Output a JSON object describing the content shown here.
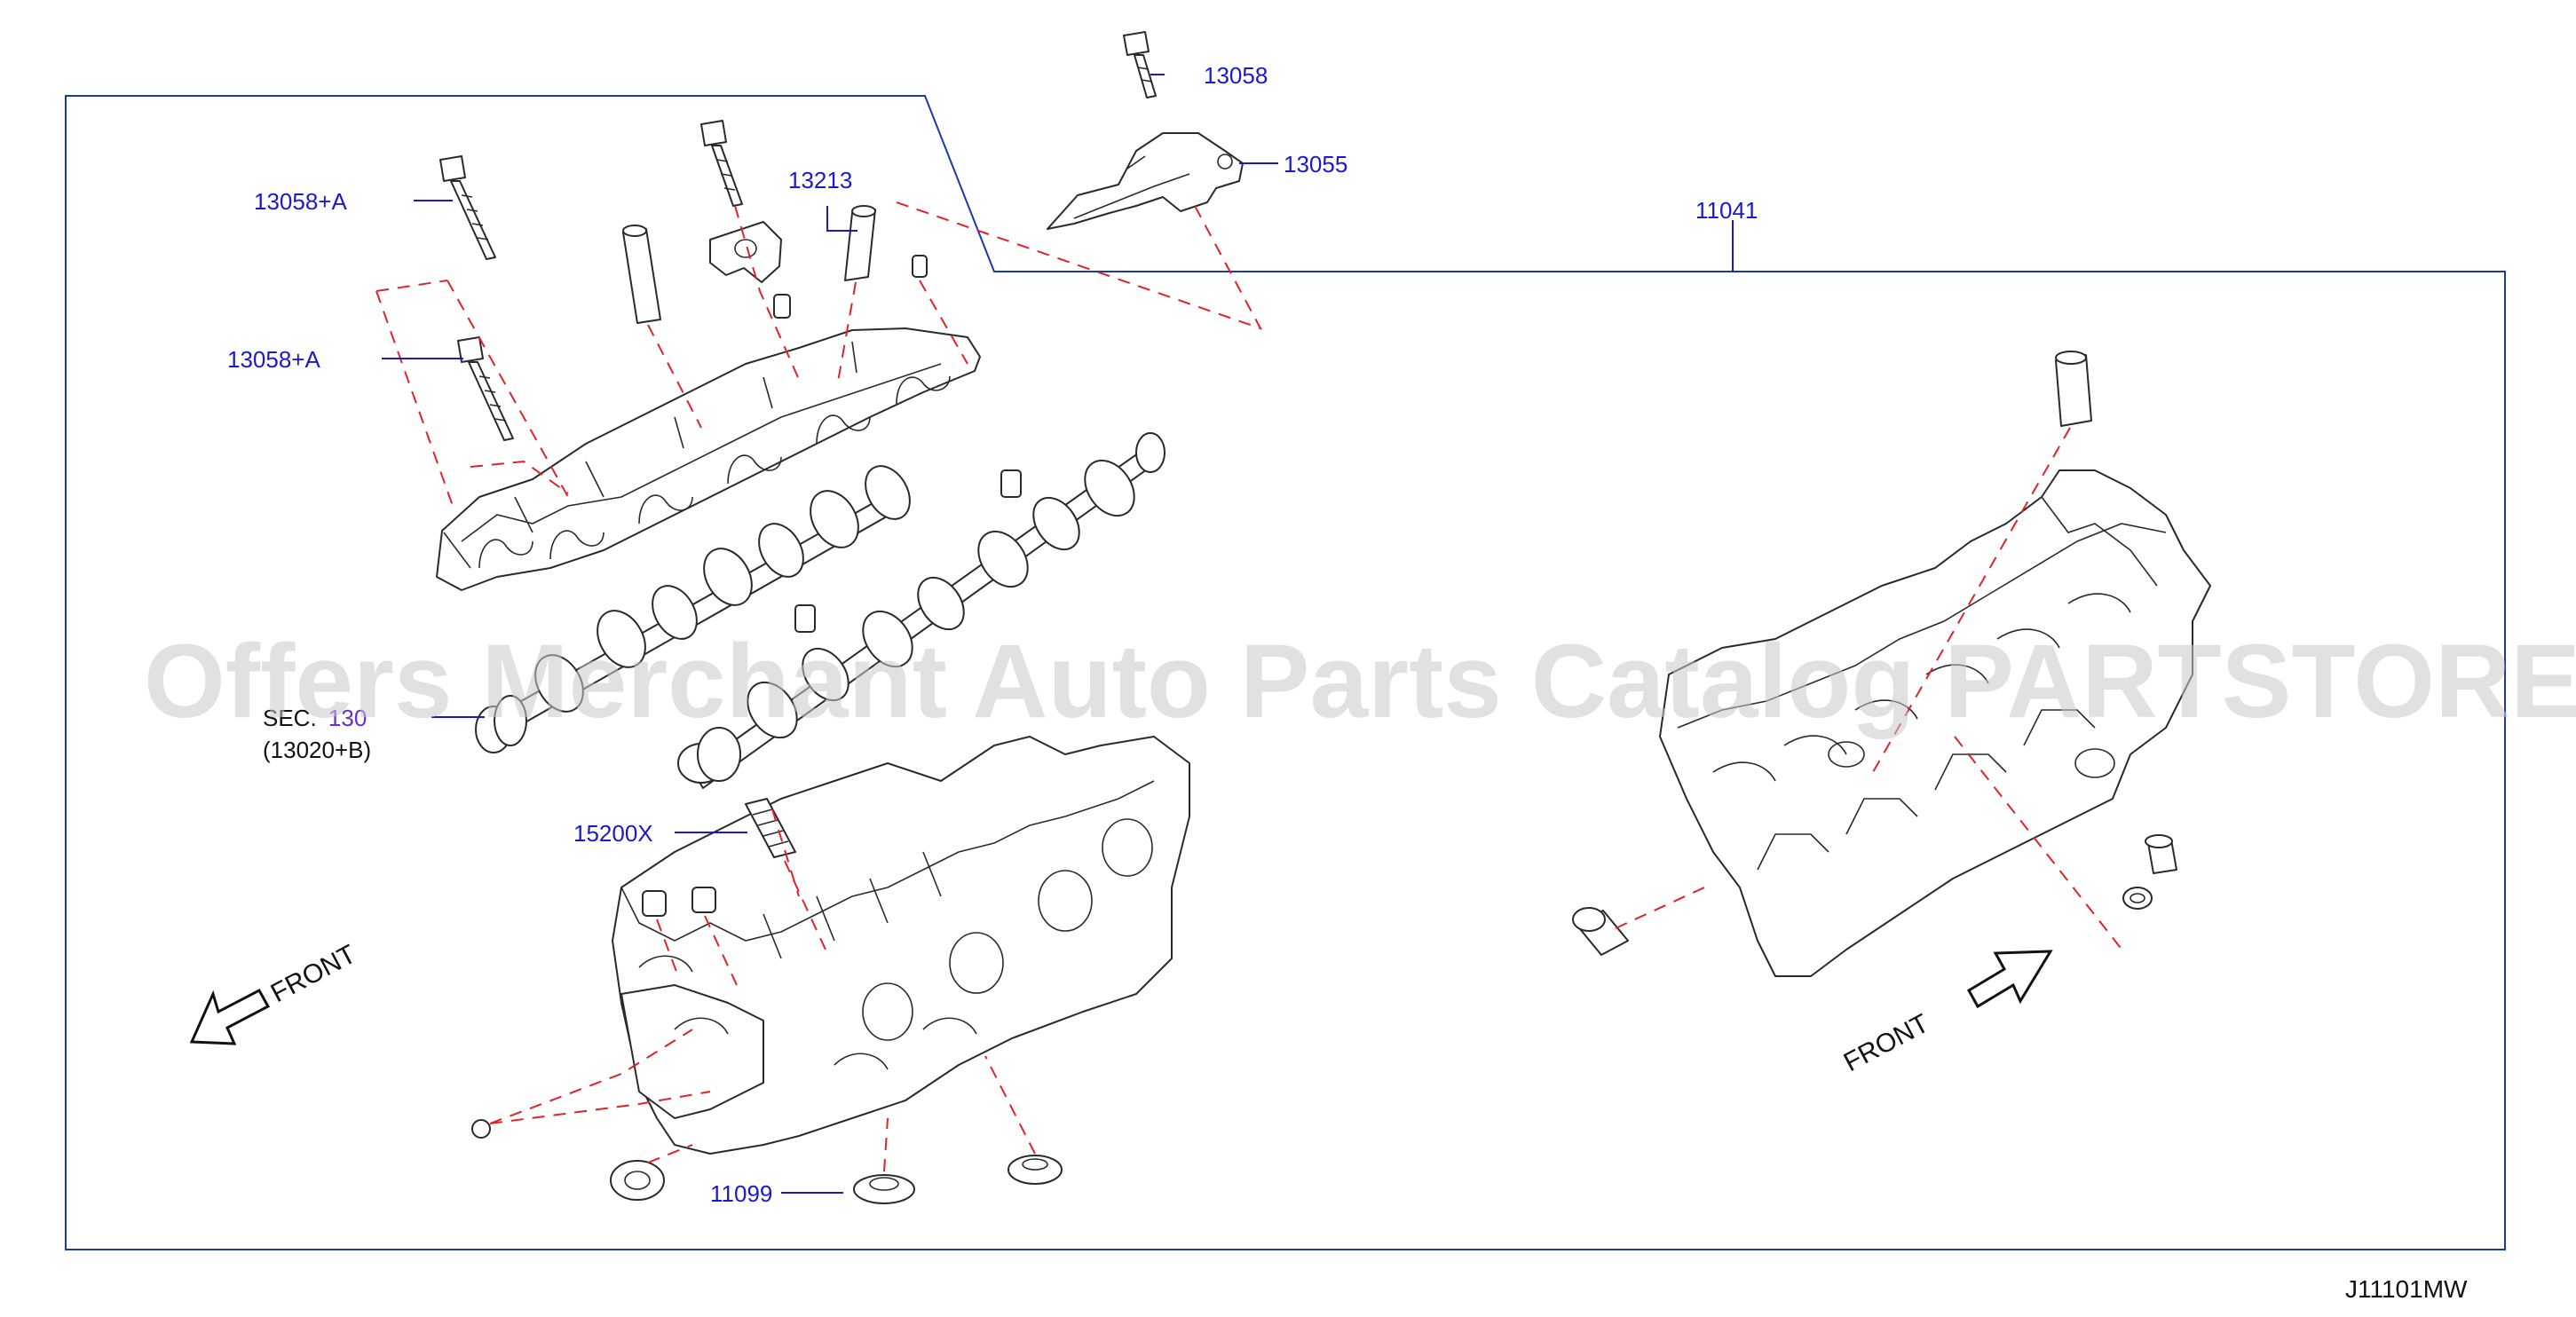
{
  "labels": {
    "p13058_top": "13058",
    "p13055": "13055",
    "p13213": "13213",
    "p11041": "11041",
    "p13058a_1": "13058+A",
    "p13058a_2": "13058+A",
    "sec_prefix": "SEC.",
    "sec_number": "130",
    "sec_ref": "(13020+B)",
    "p15200x": "15200X",
    "p11099": "11099"
  },
  "front_left": "FRONT",
  "front_right": "FRONT",
  "watermark": "Offers Merchant Auto Parts Catalog PARTSTORE.SA",
  "diagram_code": "J11101MW",
  "colors": {
    "label": "#1a1acc",
    "frame": "#1a3aaa",
    "dashed_lines": "#e0222a",
    "outline": "#2a2a2a",
    "watermark": "#c8c8c8"
  }
}
